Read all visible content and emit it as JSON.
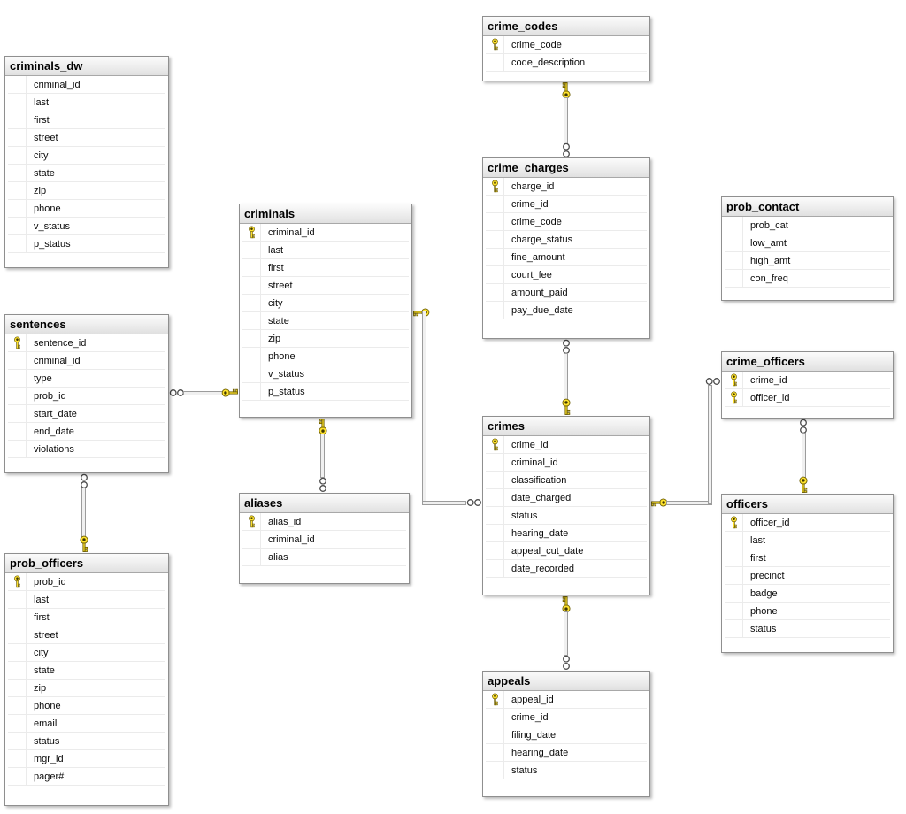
{
  "app": "database-diagram",
  "colors": {
    "background": "#ffffff",
    "table_border": "#8f8f8f",
    "table_header": "#ececec",
    "connector_line": "#9c9c9c",
    "key_yellow": "#ffe32e",
    "key_outline": "#6b5c00"
  },
  "icons": {
    "primary_key": "key-icon",
    "relationship_one_end": "key-icon",
    "relationship_many_end": "infinity-icon"
  },
  "tables": [
    {
      "id": "criminals_dw",
      "title": "criminals_dw",
      "columns": [
        {
          "name": "criminal_id",
          "pk": false
        },
        {
          "name": "last",
          "pk": false
        },
        {
          "name": "first",
          "pk": false
        },
        {
          "name": "street",
          "pk": false
        },
        {
          "name": "city",
          "pk": false
        },
        {
          "name": "state",
          "pk": false
        },
        {
          "name": "zip",
          "pk": false
        },
        {
          "name": "phone",
          "pk": false
        },
        {
          "name": "v_status",
          "pk": false
        },
        {
          "name": "p_status",
          "pk": false
        }
      ]
    },
    {
      "id": "sentences",
      "title": "sentences",
      "columns": [
        {
          "name": "sentence_id",
          "pk": true
        },
        {
          "name": "criminal_id",
          "pk": false
        },
        {
          "name": "type",
          "pk": false
        },
        {
          "name": "prob_id",
          "pk": false
        },
        {
          "name": "start_date",
          "pk": false
        },
        {
          "name": "end_date",
          "pk": false
        },
        {
          "name": "violations",
          "pk": false
        }
      ]
    },
    {
      "id": "prob_officers",
      "title": "prob_officers",
      "columns": [
        {
          "name": "prob_id",
          "pk": true
        },
        {
          "name": "last",
          "pk": false
        },
        {
          "name": "first",
          "pk": false
        },
        {
          "name": "street",
          "pk": false
        },
        {
          "name": "city",
          "pk": false
        },
        {
          "name": "state",
          "pk": false
        },
        {
          "name": "zip",
          "pk": false
        },
        {
          "name": "phone",
          "pk": false
        },
        {
          "name": "email",
          "pk": false
        },
        {
          "name": "status",
          "pk": false
        },
        {
          "name": "mgr_id",
          "pk": false
        },
        {
          "name": "pager#",
          "pk": false
        }
      ]
    },
    {
      "id": "criminals",
      "title": "criminals",
      "columns": [
        {
          "name": "criminal_id",
          "pk": true
        },
        {
          "name": "last",
          "pk": false
        },
        {
          "name": "first",
          "pk": false
        },
        {
          "name": "street",
          "pk": false
        },
        {
          "name": "city",
          "pk": false
        },
        {
          "name": "state",
          "pk": false
        },
        {
          "name": "zip",
          "pk": false
        },
        {
          "name": "phone",
          "pk": false
        },
        {
          "name": "v_status",
          "pk": false
        },
        {
          "name": "p_status",
          "pk": false
        }
      ]
    },
    {
      "id": "aliases",
      "title": "aliases",
      "columns": [
        {
          "name": "alias_id",
          "pk": true
        },
        {
          "name": "criminal_id",
          "pk": false
        },
        {
          "name": "alias",
          "pk": false
        }
      ]
    },
    {
      "id": "crime_codes",
      "title": "crime_codes",
      "columns": [
        {
          "name": "crime_code",
          "pk": true
        },
        {
          "name": "code_description",
          "pk": false
        }
      ]
    },
    {
      "id": "crime_charges",
      "title": "crime_charges",
      "columns": [
        {
          "name": "charge_id",
          "pk": true
        },
        {
          "name": "crime_id",
          "pk": false
        },
        {
          "name": "crime_code",
          "pk": false
        },
        {
          "name": "charge_status",
          "pk": false
        },
        {
          "name": "fine_amount",
          "pk": false
        },
        {
          "name": "court_fee",
          "pk": false
        },
        {
          "name": "amount_paid",
          "pk": false
        },
        {
          "name": "pay_due_date",
          "pk": false
        }
      ]
    },
    {
      "id": "crimes",
      "title": "crimes",
      "columns": [
        {
          "name": "crime_id",
          "pk": true
        },
        {
          "name": "criminal_id",
          "pk": false
        },
        {
          "name": "classification",
          "pk": false
        },
        {
          "name": "date_charged",
          "pk": false
        },
        {
          "name": "status",
          "pk": false
        },
        {
          "name": "hearing_date",
          "pk": false
        },
        {
          "name": "appeal_cut_date",
          "pk": false
        },
        {
          "name": "date_recorded",
          "pk": false
        }
      ]
    },
    {
      "id": "appeals",
      "title": "appeals",
      "columns": [
        {
          "name": "appeal_id",
          "pk": true
        },
        {
          "name": "crime_id",
          "pk": false
        },
        {
          "name": "filing_date",
          "pk": false
        },
        {
          "name": "hearing_date",
          "pk": false
        },
        {
          "name": "status",
          "pk": false
        }
      ]
    },
    {
      "id": "prob_contact",
      "title": "prob_contact",
      "columns": [
        {
          "name": "prob_cat",
          "pk": false
        },
        {
          "name": "low_amt",
          "pk": false
        },
        {
          "name": "high_amt",
          "pk": false
        },
        {
          "name": "con_freq",
          "pk": false
        }
      ]
    },
    {
      "id": "crime_officers",
      "title": "crime_officers",
      "columns": [
        {
          "name": "crime_id",
          "pk": true
        },
        {
          "name": "officer_id",
          "pk": true
        }
      ]
    },
    {
      "id": "officers",
      "title": "officers",
      "columns": [
        {
          "name": "officer_id",
          "pk": true
        },
        {
          "name": "last",
          "pk": false
        },
        {
          "name": "first",
          "pk": false
        },
        {
          "name": "precinct",
          "pk": false
        },
        {
          "name": "badge",
          "pk": false
        },
        {
          "name": "phone",
          "pk": false
        },
        {
          "name": "status",
          "pk": false
        }
      ]
    }
  ],
  "relationships": [
    {
      "one_table": "crime_codes",
      "many_table": "crime_charges"
    },
    {
      "one_table": "crimes",
      "many_table": "crime_charges"
    },
    {
      "one_table": "crimes",
      "many_table": "appeals"
    },
    {
      "one_table": "criminals",
      "many_table": "aliases"
    },
    {
      "one_table": "prob_officers",
      "many_table": "sentences"
    },
    {
      "one_table": "criminals",
      "many_table": "sentences"
    },
    {
      "one_table": "criminals",
      "many_table": "crimes"
    },
    {
      "one_table": "crimes",
      "many_table": "crime_officers"
    },
    {
      "one_table": "officers",
      "many_table": "crime_officers"
    }
  ]
}
